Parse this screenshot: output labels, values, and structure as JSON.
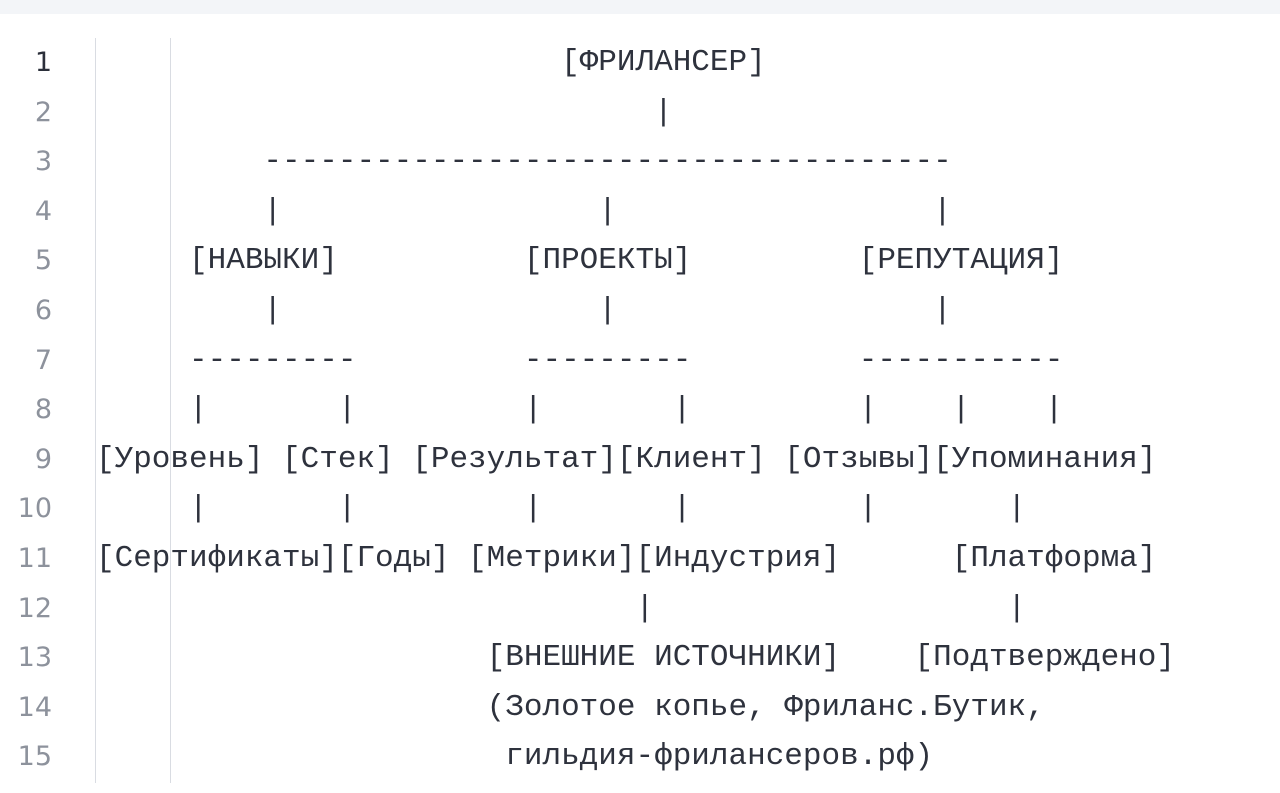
{
  "editor": {
    "active_line": 1,
    "lines": [
      {
        "number": "1",
        "text": "                         [ФРИЛАНСЕР]"
      },
      {
        "number": "2",
        "text": "                              |"
      },
      {
        "number": "3",
        "text": "         -------------------------------------"
      },
      {
        "number": "4",
        "text": "         |                 |                 |"
      },
      {
        "number": "5",
        "text": "     [НАВЫКИ]          [ПРОЕКТЫ]         [РЕПУТАЦИЯ]"
      },
      {
        "number": "6",
        "text": "         |                 |                 |"
      },
      {
        "number": "7",
        "text": "     ---------         ---------         -----------"
      },
      {
        "number": "8",
        "text": "     |       |         |       |         |    |    |"
      },
      {
        "number": "9",
        "text": "[Уровень] [Стек] [Результат][Клиент] [Отзывы][Упоминания]"
      },
      {
        "number": "10",
        "text": "     |       |         |       |         |       |"
      },
      {
        "number": "11",
        "text": "[Сертификаты][Годы] [Метрики][Индустрия]      [Платформа]"
      },
      {
        "number": "12",
        "text": "                             |                   |"
      },
      {
        "number": "13",
        "text": "                     [ВНЕШНИЕ ИСТОЧНИКИ]    [Подтверждено]"
      },
      {
        "number": "14",
        "text": "                     (Золотое копье, Фриланс.Бутик,"
      },
      {
        "number": "15",
        "text": "                      гильдия-фрилансеров.рф)"
      }
    ]
  }
}
